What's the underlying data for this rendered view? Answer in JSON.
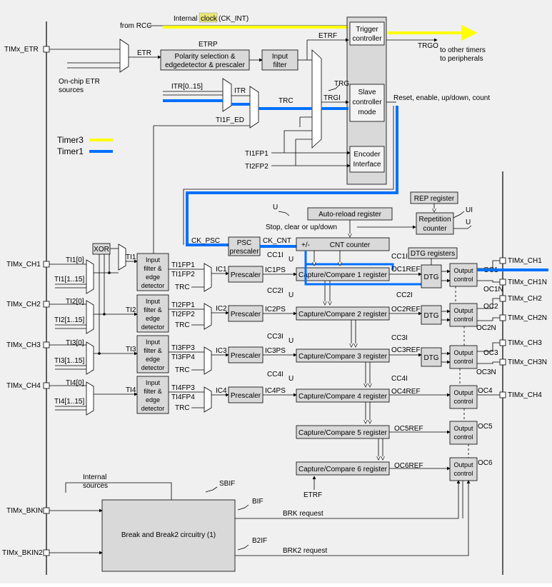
{
  "colors": {
    "timer3": "#ffff00",
    "timer1": "#0070ff",
    "block": "#d9d9d9",
    "background": "#f0f0f0"
  },
  "legend": {
    "timer3": "Timer3",
    "timer1": "Timer1"
  },
  "inputs": {
    "etr": "TIMx_ETR",
    "ch1": "TIMx_CH1",
    "ch2": "TIMx_CH2",
    "ch3": "TIMx_CH3",
    "ch4": "TIMx_CH4",
    "bkin": "TIMx_BKIN",
    "bkin2": "TIMx_BKIN2"
  },
  "outputs": {
    "ch1": "TIMx_CH1",
    "ch1n": "TIMx_CH1N",
    "ch2": "TIMx_CH2",
    "ch2n": "TIMx_CH2N",
    "ch3": "TIMx_CH3",
    "ch3n": "TIMx_CH3N",
    "ch4": "TIMx_CH4"
  },
  "clock": {
    "from_rcc": "from RCC",
    "internal_pre": "Internal",
    "internal_hl": "clock",
    "internal_post": "(CK_INT)",
    "trgo": "TRGO",
    "to_other_1": "to other timers",
    "to_other_2": "to peripherals"
  },
  "blocks": {
    "trigger_controller": [
      "Trigger",
      "controller"
    ],
    "polarity": [
      "Polarity selection &",
      "edgedetector & prescaler"
    ],
    "input_filter": [
      "Input",
      "filter"
    ],
    "slave_mode": [
      "Slave",
      "controller",
      "mode"
    ],
    "encoder": [
      "Encoder",
      "Interface"
    ],
    "rep_register": "REP register",
    "auto_reload": "Auto-reload register",
    "repetition": [
      "Repetition",
      "counter"
    ],
    "psc": [
      "PSC",
      "prescaler"
    ],
    "cnt": "CNT counter",
    "dtg_registers": "DTG registers",
    "xor": "XOR",
    "input_filter_edge": [
      "Input",
      "filter &",
      "edge",
      "detector"
    ],
    "prescaler": "Prescaler",
    "cc1": "Capture/Compare 1 register",
    "cc2": "Capture/Compare 2 register",
    "cc3": "Capture/Compare 3 register",
    "cc4": "Capture/Compare 4 register",
    "cc5": "Capture/Compare 5 register",
    "cc6": "Capture/Compare 6 register",
    "dtg": "DTG",
    "output_control": [
      "Output",
      "control"
    ],
    "break": "Break and Break2 circuitry (1)"
  },
  "signals": {
    "etr": "ETR",
    "etrp": "ETRP",
    "etrf": "ETRF",
    "onchip_1": "On-chip ETR",
    "onchip_2": "sources",
    "itr_range": "ITR[0..15]",
    "itr": "ITR",
    "trc": "TRC",
    "trgi": "TRGI",
    "trg": "TRG",
    "ti1f_ed": "TI1F_ED",
    "ti1fp1": "TI1FP1",
    "ti2fp2": "TI2FP2",
    "reset": "Reset, enable, up/down, count",
    "u": "U",
    "ui": "UI",
    "stop": "Stop, clear or up/down",
    "ck_psc": "CK_PSC",
    "ck_cnt": "CK_CNT",
    "pm": "+/-",
    "ti1_0": "TI1[0]",
    "ti1_r": "TI1[1..15]",
    "ti2_0": "TI2[0]",
    "ti2_r": "TI2[1..15]",
    "ti3_0": "TI3[0]",
    "ti3_r": "TI3[1..15]",
    "ti4_0": "TI4[0]",
    "ti4_r": "TI4[1..15]",
    "ti1": "TI1",
    "ti2": "TI2",
    "ti3": "TI3",
    "ti4": "TI4",
    "ti1fp2": "TI1FP2",
    "ti2fp1": "TI2FP1",
    "ti3fp3": "TI3FP3",
    "ti3fp4": "TI3FP4",
    "ti4fp3": "TI4FP3",
    "ti4fp4": "TI4FP4",
    "ic1": "IC1",
    "ic2": "IC2",
    "ic3": "IC3",
    "ic4": "IC4",
    "ic1ps": "IC1PS",
    "ic2ps": "IC2PS",
    "ic3ps": "IC3PS",
    "ic4ps": "IC4PS",
    "cc1i": "CC1I",
    "cc2i": "CC2I",
    "cc3i": "CC3I",
    "cc4i": "CC4I",
    "oc1ref": "OC1REF",
    "oc2ref": "OC2REF",
    "oc3ref": "OC3REF",
    "oc4ref": "OC4REF",
    "oc5ref": "OC5REF",
    "oc6ref": "OC6REF",
    "oc1": "OC1",
    "oc1n": "OC1N",
    "oc2": "OC2",
    "oc2n": "OC2N",
    "oc3": "OC3",
    "oc3n": "OC3N",
    "oc4": "OC4",
    "oc5": "OC5",
    "oc6": "OC6",
    "internal_sources_1": "Internal",
    "internal_sources_2": "sources",
    "sbif": "SBIF",
    "bif": "BIF",
    "b2if": "B2IF",
    "brk_request": "BRK request",
    "brk2_request": "BRK2 request",
    "etrf_bottom": "ETRF"
  }
}
